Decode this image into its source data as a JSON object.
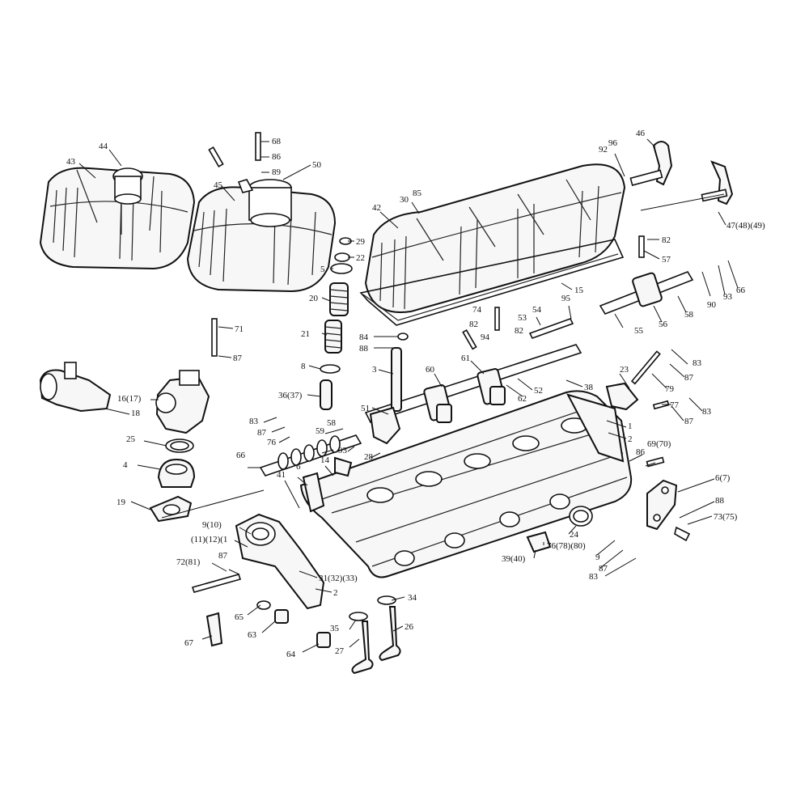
{
  "labels": [
    {
      "id": "43",
      "text": "43"
    },
    {
      "id": "44",
      "text": "44"
    },
    {
      "id": "45",
      "text": "45"
    },
    {
      "id": "68",
      "text": "68"
    },
    {
      "id": "86a",
      "text": "86"
    },
    {
      "id": "89",
      "text": "89"
    },
    {
      "id": "50",
      "text": "50"
    },
    {
      "id": "46",
      "text": "46"
    },
    {
      "id": "92",
      "text": "92"
    },
    {
      "id": "96",
      "text": "96"
    },
    {
      "id": "47-48-49",
      "text": "47(48)(49)"
    },
    {
      "id": "42",
      "text": "42"
    },
    {
      "id": "30",
      "text": "30"
    },
    {
      "id": "85",
      "text": "85"
    },
    {
      "id": "29",
      "text": "29"
    },
    {
      "id": "22",
      "text": "22"
    },
    {
      "id": "5",
      "text": "5"
    },
    {
      "id": "20",
      "text": "20"
    },
    {
      "id": "21",
      "text": "21"
    },
    {
      "id": "8",
      "text": "8"
    },
    {
      "id": "36-37",
      "text": "36(37)"
    },
    {
      "id": "15",
      "text": "15"
    },
    {
      "id": "82a",
      "text": "82"
    },
    {
      "id": "57",
      "text": "57"
    },
    {
      "id": "90",
      "text": "90"
    },
    {
      "id": "93a",
      "text": "93"
    },
    {
      "id": "66a",
      "text": "66"
    },
    {
      "id": "95",
      "text": "95"
    },
    {
      "id": "54",
      "text": "54"
    },
    {
      "id": "74",
      "text": "74"
    },
    {
      "id": "53",
      "text": "53"
    },
    {
      "id": "82b",
      "text": "82"
    },
    {
      "id": "94",
      "text": "94"
    },
    {
      "id": "82c",
      "text": "82"
    },
    {
      "id": "55",
      "text": "55"
    },
    {
      "id": "56",
      "text": "56"
    },
    {
      "id": "58a",
      "text": "58"
    },
    {
      "id": "84",
      "text": "84"
    },
    {
      "id": "88a",
      "text": "88"
    },
    {
      "id": "3",
      "text": "3"
    },
    {
      "id": "61",
      "text": "61"
    },
    {
      "id": "60",
      "text": "60"
    },
    {
      "id": "52",
      "text": "52"
    },
    {
      "id": "62",
      "text": "62"
    },
    {
      "id": "51",
      "text": "51"
    },
    {
      "id": "38",
      "text": "38"
    },
    {
      "id": "23",
      "text": "23"
    },
    {
      "id": "83a",
      "text": "83"
    },
    {
      "id": "87a",
      "text": "87"
    },
    {
      "id": "79",
      "text": "79"
    },
    {
      "id": "83b",
      "text": "83"
    },
    {
      "id": "87b",
      "text": "87"
    },
    {
      "id": "77",
      "text": "77"
    },
    {
      "id": "71",
      "text": "71"
    },
    {
      "id": "87c",
      "text": "87"
    },
    {
      "id": "16-17",
      "text": "16(17)"
    },
    {
      "id": "18",
      "text": "18"
    },
    {
      "id": "25",
      "text": "25"
    },
    {
      "id": "4",
      "text": "4"
    },
    {
      "id": "19",
      "text": "19"
    },
    {
      "id": "83c",
      "text": "83"
    },
    {
      "id": "87d",
      "text": "87"
    },
    {
      "id": "76",
      "text": "76"
    },
    {
      "id": "58b",
      "text": "58"
    },
    {
      "id": "59",
      "text": "59"
    },
    {
      "id": "93b",
      "text": "93"
    },
    {
      "id": "28",
      "text": "28"
    },
    {
      "id": "66b",
      "text": "66"
    },
    {
      "id": "14",
      "text": "14"
    },
    {
      "id": "41",
      "text": "41"
    },
    {
      "id": "6",
      "text": "6"
    },
    {
      "id": "1",
      "text": "1"
    },
    {
      "id": "2a",
      "text": "2"
    },
    {
      "id": "86b",
      "text": "86"
    },
    {
      "id": "69-70",
      "text": "69(70)"
    },
    {
      "id": "6-7",
      "text": "6(7)"
    },
    {
      "id": "88b",
      "text": "88"
    },
    {
      "id": "73-75",
      "text": "73(75)"
    },
    {
      "id": "9-10",
      "text": "9(10)"
    },
    {
      "id": "11-12-13",
      "text": "(11)(12)(1"
    },
    {
      "id": "72-81",
      "text": "72(81)"
    },
    {
      "id": "87e",
      "text": "87"
    },
    {
      "id": "31-32-33",
      "text": "31(32)(33)"
    },
    {
      "id": "2b",
      "text": "2"
    },
    {
      "id": "24",
      "text": "24"
    },
    {
      "id": "76-78-80",
      "text": "76(78)(80)"
    },
    {
      "id": "39-40",
      "text": "39(40)"
    },
    {
      "id": "9x",
      "text": "9"
    },
    {
      "id": "87f",
      "text": "87"
    },
    {
      "id": "83d",
      "text": "83"
    },
    {
      "id": "65",
      "text": "65"
    },
    {
      "id": "63",
      "text": "63"
    },
    {
      "id": "34",
      "text": "34"
    },
    {
      "id": "35",
      "text": "35"
    },
    {
      "id": "26",
      "text": "26"
    },
    {
      "id": "67",
      "text": "67"
    },
    {
      "id": "64",
      "text": "64"
    },
    {
      "id": "27",
      "text": "27"
    }
  ]
}
